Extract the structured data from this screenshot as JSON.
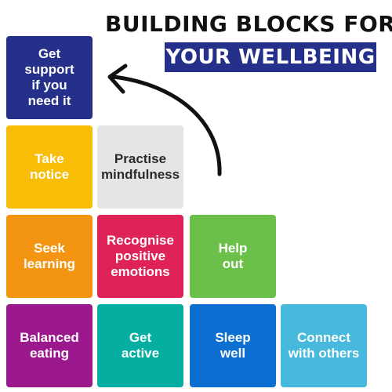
{
  "title": {
    "line1": "BUILDING BLOCKS FOR",
    "line2": "YOUR WELLBEING"
  },
  "colors": {
    "banner": "#25308a",
    "navy": "#25308a",
    "yellow": "#f7bd07",
    "light_gray": "#e5e5e5",
    "orange": "#f39512",
    "crimson": "#df2358",
    "green": "#6bc04a",
    "purple": "#9b188d",
    "teal": "#06aea1",
    "blue": "#0d6fd2",
    "sky": "#46b9dc",
    "arrow": "#111111"
  },
  "blocks": {
    "get_support": "Get\nsupport\nif you\nneed it",
    "take_notice": "Take\nnotice",
    "practise_mindfulness": "Practise\nmindfulness",
    "seek_learning": "Seek\nlearning",
    "recognise_positive_emotions": "Recognise\npositive\nemotions",
    "help_out": "Help\nout",
    "balanced_eating": "Balanced\neating",
    "get_active": "Get\nactive",
    "sleep_well": "Sleep\nwell",
    "connect_with_others": "Connect\nwith others"
  }
}
